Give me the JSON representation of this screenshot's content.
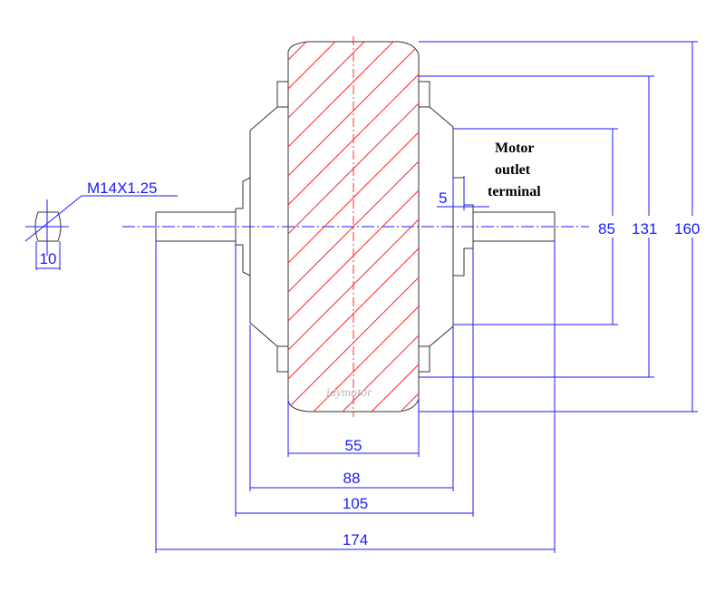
{
  "colors": {
    "dimension": "#1a1aff",
    "outline": "#333333",
    "hatch": "#ff2a2a",
    "watermark": "#b8b8b8"
  },
  "shaft": {
    "thread_label": "M14X1.25",
    "flat_width_label": "10"
  },
  "dimensions": {
    "horizontal": [
      "55",
      "88",
      "105",
      "174"
    ],
    "vertical": [
      "85",
      "131",
      "160"
    ],
    "step": "5"
  },
  "note": {
    "lines": [
      "Motor",
      "outlet",
      "terminal"
    ]
  },
  "watermark": "jdymotor"
}
